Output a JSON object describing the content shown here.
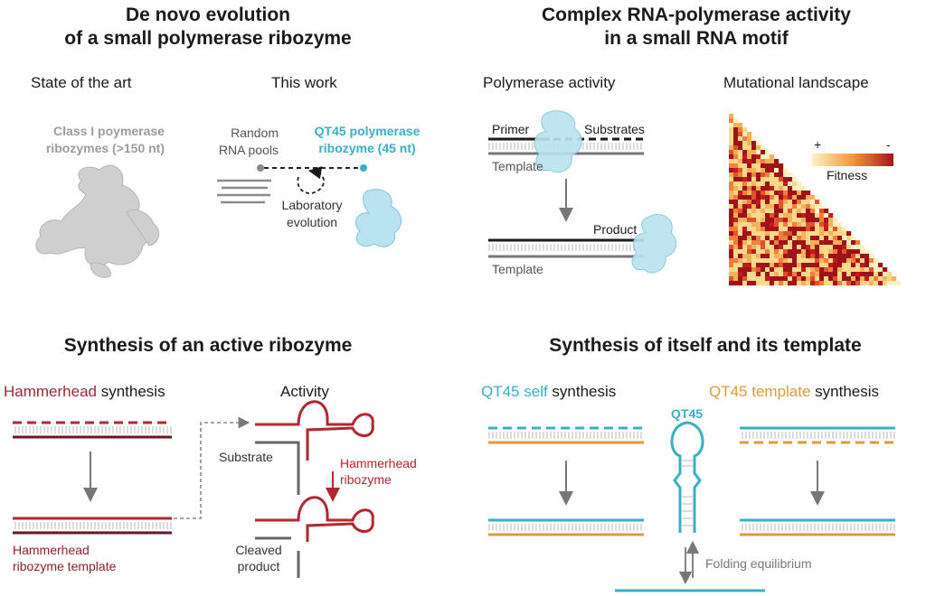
{
  "panels": {
    "top_left": {
      "title_line1": "De novo evolution",
      "title_line2": "of a small polymerase ribozyme",
      "state_of_art": "State of the art",
      "this_work": "This work",
      "class1_line1": "Class I poymerase",
      "class1_line2": "ribozymes (>150 nt)",
      "random_line1": "Random",
      "random_line2": "RNA pools",
      "qt45_line1": "QT45 polymerase",
      "qt45_line2": "ribozyme (45 nt)",
      "lab_line1": "Laboratory",
      "lab_line2": "evolution"
    },
    "top_right": {
      "title_line1": "Complex RNA-polymerase activity",
      "title_line2": "in a small RNA motif",
      "polymerase_activity": "Polymerase activity",
      "mutational_landscape": "Mutational landscape",
      "primer": "Primer",
      "substrates": "Substrates",
      "template_a": "Template",
      "product": "Product",
      "template_b": "Template",
      "plus": "+",
      "minus": "-",
      "fitness": "Fitness"
    },
    "bottom_left": {
      "title": "Synthesis of an active ribozyme",
      "hammerhead": "Hammerhead",
      "synthesis": " synthesis",
      "activity": "Activity",
      "substrate": "Substrate",
      "hh_rib_line1": "Hammerhead",
      "hh_rib_line2": "ribozyme",
      "hh_tmpl_line1": "Hammerhead",
      "hh_tmpl_line2": "ribozyme template",
      "cleaved_line1": "Cleaved",
      "cleaved_line2": "product"
    },
    "bottom_right": {
      "title": "Synthesis of itself and its template",
      "self_colored": "QT45 self",
      "self_rest": " synthesis",
      "tmpl_colored": "QT45 template",
      "tmpl_rest": " synthesis",
      "qt45": "QT45",
      "folding": "Folding equilibrium"
    }
  },
  "colors": {
    "gray_text": "#9b9b9b",
    "teal": "#3aafc4",
    "dark_red": "#8e1f2c",
    "orange": "#dd9a3a",
    "line_gray": "#777777",
    "dark_line": "#1a1a1a",
    "heat_hi": "#c21b1b",
    "heat_lo": "#fdf1c4"
  }
}
